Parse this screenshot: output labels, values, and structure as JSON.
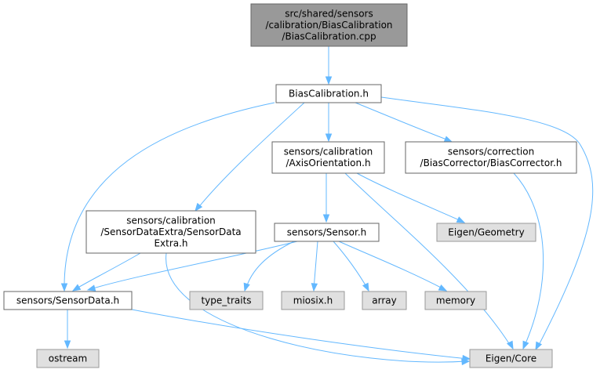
{
  "graph": {
    "nodes": [
      {
        "id": "root",
        "kind": "root",
        "lines": [
          "src/shared/sensors",
          "/calibration/BiasCalibration",
          "/BiasCalibration.cpp"
        ]
      },
      {
        "id": "biascal",
        "kind": "normal",
        "lines": [
          "BiasCalibration.h"
        ]
      },
      {
        "id": "axisorient",
        "kind": "normal",
        "lines": [
          "sensors/calibration",
          "/AxisOrientation.h"
        ]
      },
      {
        "id": "biascorr",
        "kind": "normal",
        "lines": [
          "sensors/correction",
          "/BiasCorrector/BiasCorrector.h"
        ]
      },
      {
        "id": "sdextra",
        "kind": "normal",
        "lines": [
          "sensors/calibration",
          "/SensorDataExtra/SensorData",
          "Extra.h"
        ]
      },
      {
        "id": "sensor",
        "kind": "normal",
        "lines": [
          "sensors/Sensor.h"
        ]
      },
      {
        "id": "eigengeom",
        "kind": "external",
        "lines": [
          "Eigen/Geometry"
        ]
      },
      {
        "id": "sensordata",
        "kind": "normal",
        "lines": [
          "sensors/SensorData.h"
        ]
      },
      {
        "id": "typetraits",
        "kind": "external",
        "lines": [
          "type_traits"
        ]
      },
      {
        "id": "miosix",
        "kind": "external",
        "lines": [
          "miosix.h"
        ]
      },
      {
        "id": "array",
        "kind": "external",
        "lines": [
          "array"
        ]
      },
      {
        "id": "memory",
        "kind": "external",
        "lines": [
          "memory"
        ]
      },
      {
        "id": "ostream",
        "kind": "external",
        "lines": [
          "ostream"
        ]
      },
      {
        "id": "eigencore",
        "kind": "external",
        "lines": [
          "Eigen/Core"
        ]
      }
    ]
  },
  "colors": {
    "edge": "#63b8ff",
    "root_fill": "#999999",
    "external_fill": "#e0e0e0",
    "node_fill": "#ffffff",
    "border": "#666666"
  }
}
